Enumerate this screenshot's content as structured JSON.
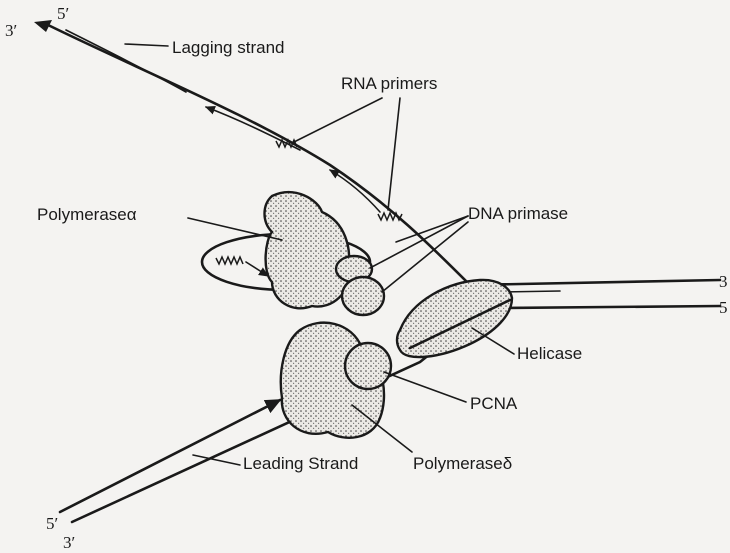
{
  "labels": {
    "lagging_strand": "Lagging strand",
    "rna_primers": "RNA primers",
    "polymerase_alpha": "Polymeraseα",
    "dna_primase": "DNA primase",
    "helicase": "Helicase",
    "pcna": "PCNA",
    "leading_strand": "Leading Strand",
    "polymerase_delta": "Polymeraseδ"
  },
  "strand_ends": {
    "lagging_top_3": "3′",
    "lagging_top_5": "5′",
    "right_upper": "3",
    "right_lower": "5",
    "leading_bottom_5": "5′",
    "leading_bottom_3": "3′"
  },
  "colors": {
    "ink": "#1a1a1a",
    "paper": "#f4f3f1",
    "protein_fill": "#e8e6e2"
  }
}
